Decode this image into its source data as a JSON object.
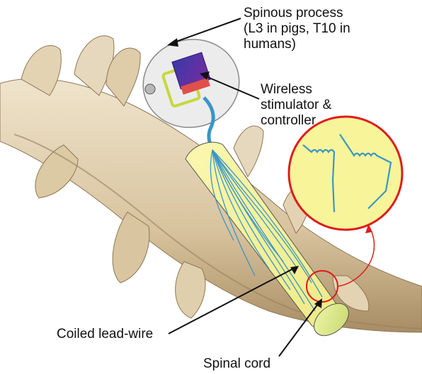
{
  "labels": {
    "spinous_process": "Spinous process\n(L3 in pigs, T10 in\nhumans)",
    "stimulator": "Wireless\nstimulator &\ncontroller",
    "coiled_lead": "Coiled lead-wire",
    "spinal_cord": "Spinal cord"
  },
  "colors": {
    "bone": "#e6d8bc",
    "bone_shadow": "#b49a72",
    "cord": "#f8f49a",
    "cord_end": "#dde889",
    "wire": "#3a96c6",
    "inset_border": "#e01b1b",
    "device_top": "#4a2fb0",
    "device_side": "#e0504a"
  }
}
